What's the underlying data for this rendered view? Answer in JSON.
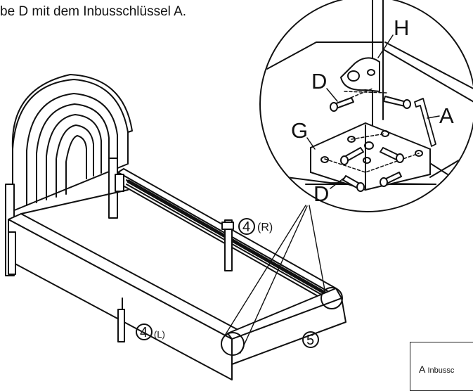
{
  "instruction_text": "be D mit dem Inbusschlüssel A.",
  "labels": {
    "H": "H",
    "D_top": "D",
    "D_bottom": "D",
    "G": "G",
    "A": "A",
    "part_4_R": "4",
    "part_4_R_side": "(R)",
    "part_4_L": "4",
    "part_4_L_side": "(L)",
    "part_5": "5"
  },
  "legend": {
    "letter": "A",
    "name": "Inbussc"
  },
  "colors": {
    "line": "#111111",
    "background": "#ffffff"
  }
}
